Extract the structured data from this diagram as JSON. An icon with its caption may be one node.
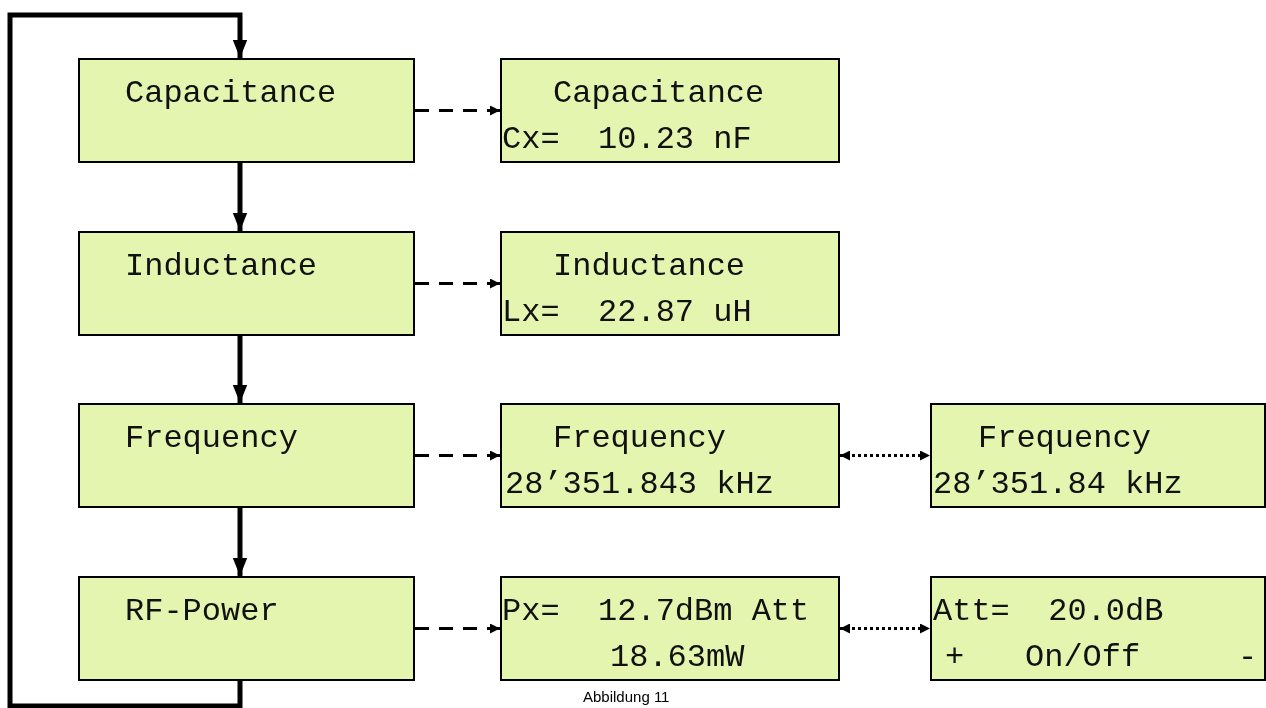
{
  "diagram": {
    "caption": "Abbildung 11",
    "nodes": [
      {
        "text": [
          "Capacitance"
        ]
      },
      {
        "text": [
          "Capacitance",
          "Cx=  10.23 nF"
        ]
      },
      {
        "text": [
          "Inductance"
        ]
      },
      {
        "text": [
          "Inductance",
          "Lx=  22.87 uH"
        ]
      },
      {
        "text": [
          "Frequency"
        ]
      },
      {
        "text": [
          "Frequency",
          "28’351.843 kHz"
        ]
      },
      {
        "text": [
          "Frequency",
          "28’351.84 kHz"
        ]
      },
      {
        "text": [
          "RF-Power"
        ]
      },
      {
        "text": [
          "Px=  12.7dBm Att",
          "18.63mW"
        ]
      },
      {
        "text": [
          "Att=  20.0dB",
          "+",
          "On/Off",
          "-"
        ]
      }
    ],
    "edges": [
      {
        "from": 0,
        "to": 1,
        "arrow": "to",
        "style": "dashed"
      },
      {
        "from": 2,
        "to": 3,
        "arrow": "to",
        "style": "dashed"
      },
      {
        "from": 4,
        "to": 5,
        "arrow": "to",
        "style": "dashed"
      },
      {
        "from": 5,
        "to": 6,
        "arrow": "both",
        "style": "dashed"
      },
      {
        "from": 7,
        "to": 8,
        "arrow": "to",
        "style": "dashed"
      },
      {
        "from": 8,
        "to": 9,
        "arrow": "both",
        "style": "dashed"
      },
      {
        "from": 0,
        "to": 2,
        "arrow": "to"
      },
      {
        "from": 2,
        "to": 4,
        "arrow": "to"
      },
      {
        "from": 4,
        "to": 7,
        "arrow": "to"
      },
      {
        "from": 7,
        "to": 0,
        "arrow": "to"
      }
    ]
  }
}
